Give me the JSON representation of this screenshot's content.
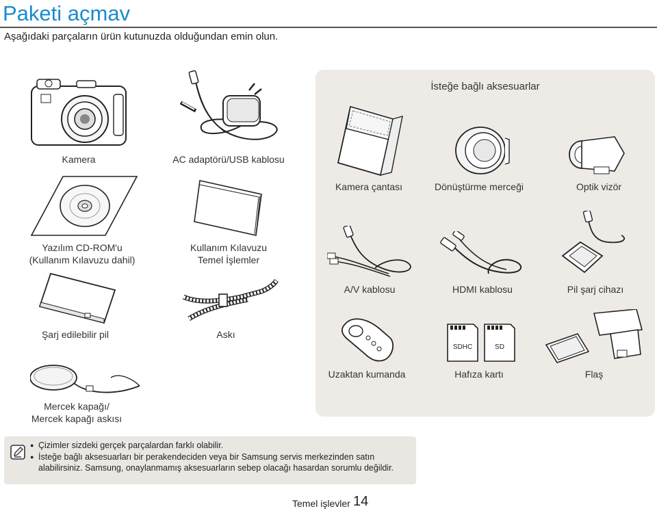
{
  "header": {
    "title": "Paketi açmav",
    "subtitle": "Aşağıdaki parçaların ürün kutunuzda olduğundan emin olun."
  },
  "included": {
    "camera": "Kamera",
    "ac_adapter": "AC adaptörü/USB kablosu",
    "cdrom_line1": "Yazılım CD-ROM'u",
    "cdrom_line2": "(Kullanım Kılavuzu dahil)",
    "manual_line1": "Kullanım Kılavuzu",
    "manual_line2": "Temel İşlemler",
    "battery": "Şarj edilebilir pil",
    "strap": "Askı",
    "lenscap_line1": "Mercek kapağı/",
    "lenscap_line2": "Mercek kapağı askısı"
  },
  "optional": {
    "title": "İsteğe bağlı aksesuarlar",
    "case": "Kamera çantası",
    "converter": "Dönüştürme merceği",
    "viewfinder": "Optik vizör",
    "av_cable": "A/V kablosu",
    "hdmi_cable": "HDMI kablosu",
    "charger": "Pil şarj cihazı",
    "remote": "Uzaktan kumanda",
    "memory_card": "Hafıza kartı",
    "memory_sdhc": "SDHC",
    "memory_sd": "SD",
    "flash": "Flaş"
  },
  "note": {
    "items": [
      "Çizimler sizdeki gerçek parçalardan farklı olabilir.",
      "İsteğe bağlı aksesuarları bir perakendeciden veya bir Samsung servis merkezinden satın alabilirsiniz. Samsung, onaylanmamış aksesuarların sebep olacağı hasardan sorumlu değildir."
    ]
  },
  "footer": {
    "section": "Temel işlevler",
    "page": "14"
  },
  "colors": {
    "title": "#1a8bcf",
    "panel": "#eeebe7",
    "note_bg": "#eae7e3"
  }
}
